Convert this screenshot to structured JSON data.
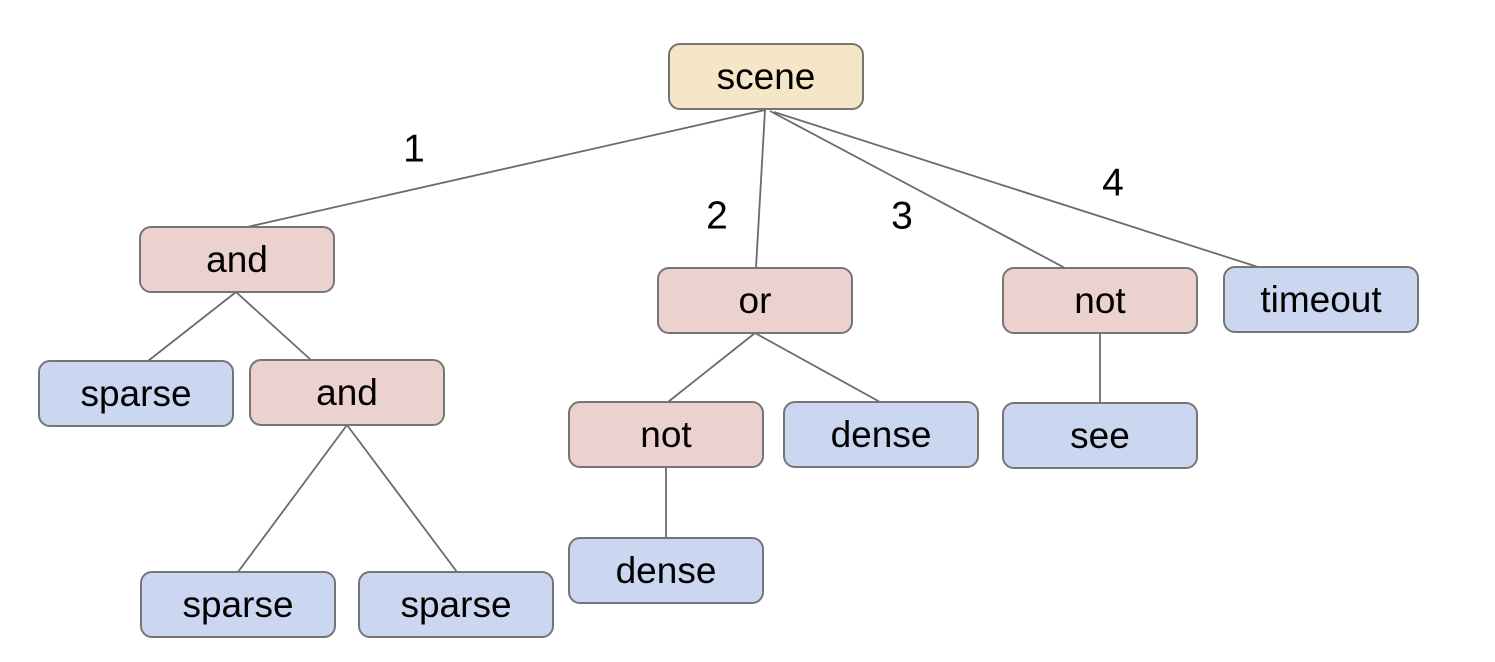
{
  "diagram": {
    "type": "tree",
    "tree": {
      "label": "scene",
      "kind": "root",
      "children": [
        {
          "edge_label": "1",
          "label": "and",
          "kind": "operator",
          "children": [
            {
              "label": "sparse",
              "kind": "leaf",
              "children": []
            },
            {
              "label": "and",
              "kind": "operator",
              "children": [
                {
                  "label": "sparse",
                  "kind": "leaf",
                  "children": []
                },
                {
                  "label": "sparse",
                  "kind": "leaf",
                  "children": []
                }
              ]
            }
          ]
        },
        {
          "edge_label": "2",
          "label": "or",
          "kind": "operator",
          "children": [
            {
              "label": "not",
              "kind": "operator",
              "children": [
                {
                  "label": "dense",
                  "kind": "leaf",
                  "children": []
                }
              ]
            },
            {
              "label": "dense",
              "kind": "leaf",
              "children": []
            }
          ]
        },
        {
          "edge_label": "3",
          "label": "not",
          "kind": "operator",
          "children": [
            {
              "label": "see",
              "kind": "leaf",
              "children": []
            }
          ]
        },
        {
          "edge_label": "4",
          "label": "timeout",
          "kind": "leaf",
          "children": []
        }
      ]
    },
    "colors": {
      "root_fill": "#f5e6c8",
      "operator_fill": "#ebd2cf",
      "leaf_fill": "#cbd7f0",
      "node_border": "#757575",
      "edge_line": "#6b6b6b",
      "text": "#000000"
    }
  }
}
